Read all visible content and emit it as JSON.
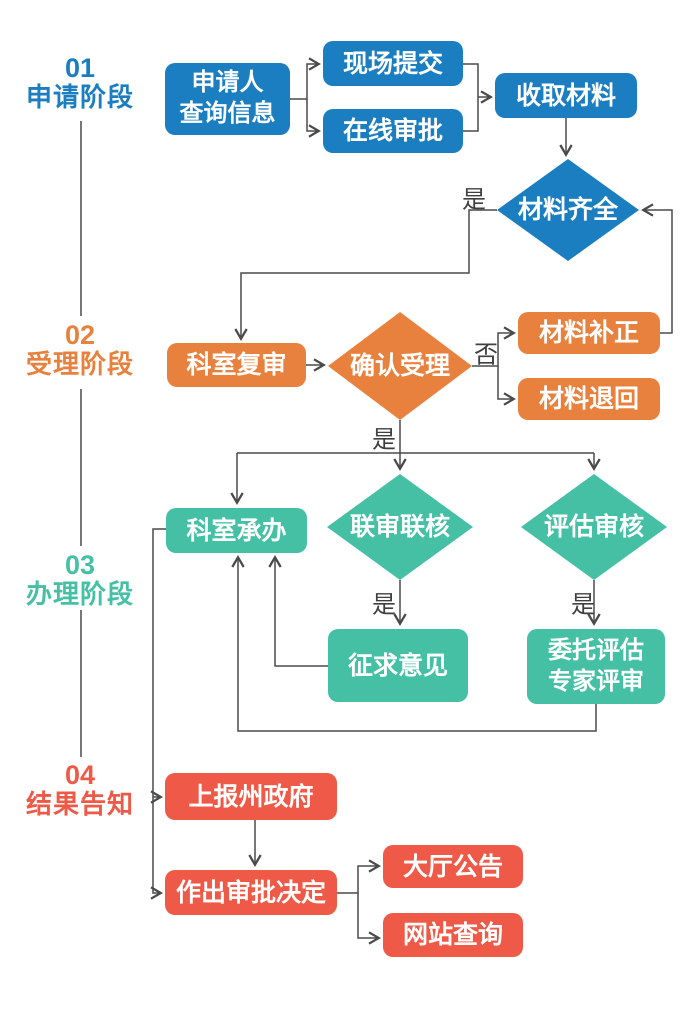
{
  "page": {
    "background": "#ffffff",
    "line_color": "#4a4a4a"
  },
  "stages": [
    {
      "number": "01",
      "name": "申请阶段",
      "color": "#1b7ec0"
    },
    {
      "number": "02",
      "name": "受理阶段",
      "color": "#e8813d"
    },
    {
      "number": "03",
      "name": "办理阶段",
      "color": "#45c0a5"
    },
    {
      "number": "04",
      "name": "结果告知",
      "color": "#ee5a47"
    }
  ],
  "nodes": {
    "applicant_query": {
      "lines": [
        "申请人",
        "查询信息"
      ],
      "shape": "rect",
      "color": "#1b7ec0"
    },
    "onsite_submit": {
      "lines": [
        "现场提交"
      ],
      "shape": "rect",
      "color": "#1b7ec0"
    },
    "online_approval": {
      "lines": [
        "在线审批"
      ],
      "shape": "rect",
      "color": "#1b7ec0"
    },
    "collect_materials": {
      "lines": [
        "收取材料"
      ],
      "shape": "rect",
      "color": "#1b7ec0"
    },
    "materials_complete": {
      "lines": [
        "材料齐全"
      ],
      "shape": "diamond",
      "color": "#1b7ec0"
    },
    "dept_recheck": {
      "lines": [
        "科室复审"
      ],
      "shape": "rect",
      "color": "#e8813d"
    },
    "confirm_accept": {
      "lines": [
        "确认受理"
      ],
      "shape": "diamond",
      "color": "#e8813d"
    },
    "material_supplement": {
      "lines": [
        "材料补正"
      ],
      "shape": "rect",
      "color": "#e8813d"
    },
    "material_return": {
      "lines": [
        "材料退回"
      ],
      "shape": "rect",
      "color": "#e8813d"
    },
    "dept_undertake": {
      "lines": [
        "科室承办"
      ],
      "shape": "rect",
      "color": "#45c0a5"
    },
    "joint_review": {
      "lines": [
        "联审联核"
      ],
      "shape": "diamond",
      "color": "#45c0a5"
    },
    "evaluation_review": {
      "lines": [
        "评估审核"
      ],
      "shape": "diamond",
      "color": "#45c0a5"
    },
    "seek_opinions": {
      "lines": [
        "征求意见"
      ],
      "shape": "rect",
      "color": "#45c0a5"
    },
    "entrust_eval": {
      "lines": [
        "委托评估",
        "专家评审"
      ],
      "shape": "rect",
      "color": "#45c0a5"
    },
    "report_state_gov": {
      "lines": [
        "上报州政府"
      ],
      "shape": "rect",
      "color": "#ee5a47"
    },
    "make_decision": {
      "lines": [
        "作出审批决定"
      ],
      "shape": "rect",
      "color": "#ee5a47"
    },
    "hall_announcement": {
      "lines": [
        "大厅公告"
      ],
      "shape": "rect",
      "color": "#ee5a47"
    },
    "website_query": {
      "lines": [
        "网站查询"
      ],
      "shape": "rect",
      "color": "#ee5a47"
    }
  },
  "decision_labels": {
    "materials_complete_yes": "是",
    "confirm_accept_no": "否",
    "confirm_accept_yes": "是",
    "joint_review_yes": "是",
    "evaluation_review_yes": "是"
  },
  "edges": [
    {
      "from": "applicant_query",
      "to": "onsite_submit",
      "label": ""
    },
    {
      "from": "applicant_query",
      "to": "online_approval",
      "label": ""
    },
    {
      "from": "onsite_submit",
      "to": "collect_materials",
      "label": ""
    },
    {
      "from": "online_approval",
      "to": "collect_materials",
      "label": ""
    },
    {
      "from": "collect_materials",
      "to": "materials_complete",
      "label": ""
    },
    {
      "from": "materials_complete",
      "to": "dept_recheck",
      "label": "是"
    },
    {
      "from": "dept_recheck",
      "to": "confirm_accept",
      "label": ""
    },
    {
      "from": "confirm_accept",
      "to": "material_supplement",
      "label": "否"
    },
    {
      "from": "confirm_accept",
      "to": "material_return",
      "label": "否"
    },
    {
      "from": "material_supplement",
      "to": "materials_complete",
      "label": ""
    },
    {
      "from": "confirm_accept",
      "to": "dept_undertake",
      "label": "是"
    },
    {
      "from": "confirm_accept",
      "to": "joint_review",
      "label": "是"
    },
    {
      "from": "confirm_accept",
      "to": "evaluation_review",
      "label": "是"
    },
    {
      "from": "joint_review",
      "to": "seek_opinions",
      "label": "是"
    },
    {
      "from": "evaluation_review",
      "to": "entrust_eval",
      "label": "是"
    },
    {
      "from": "seek_opinions",
      "to": "dept_undertake",
      "label": ""
    },
    {
      "from": "entrust_eval",
      "to": "dept_undertake",
      "label": ""
    },
    {
      "from": "dept_undertake",
      "to": "report_state_gov",
      "label": ""
    },
    {
      "from": "dept_undertake",
      "to": "make_decision",
      "label": ""
    },
    {
      "from": "report_state_gov",
      "to": "make_decision",
      "label": ""
    },
    {
      "from": "make_decision",
      "to": "hall_announcement",
      "label": ""
    },
    {
      "from": "make_decision",
      "to": "website_query",
      "label": ""
    }
  ]
}
